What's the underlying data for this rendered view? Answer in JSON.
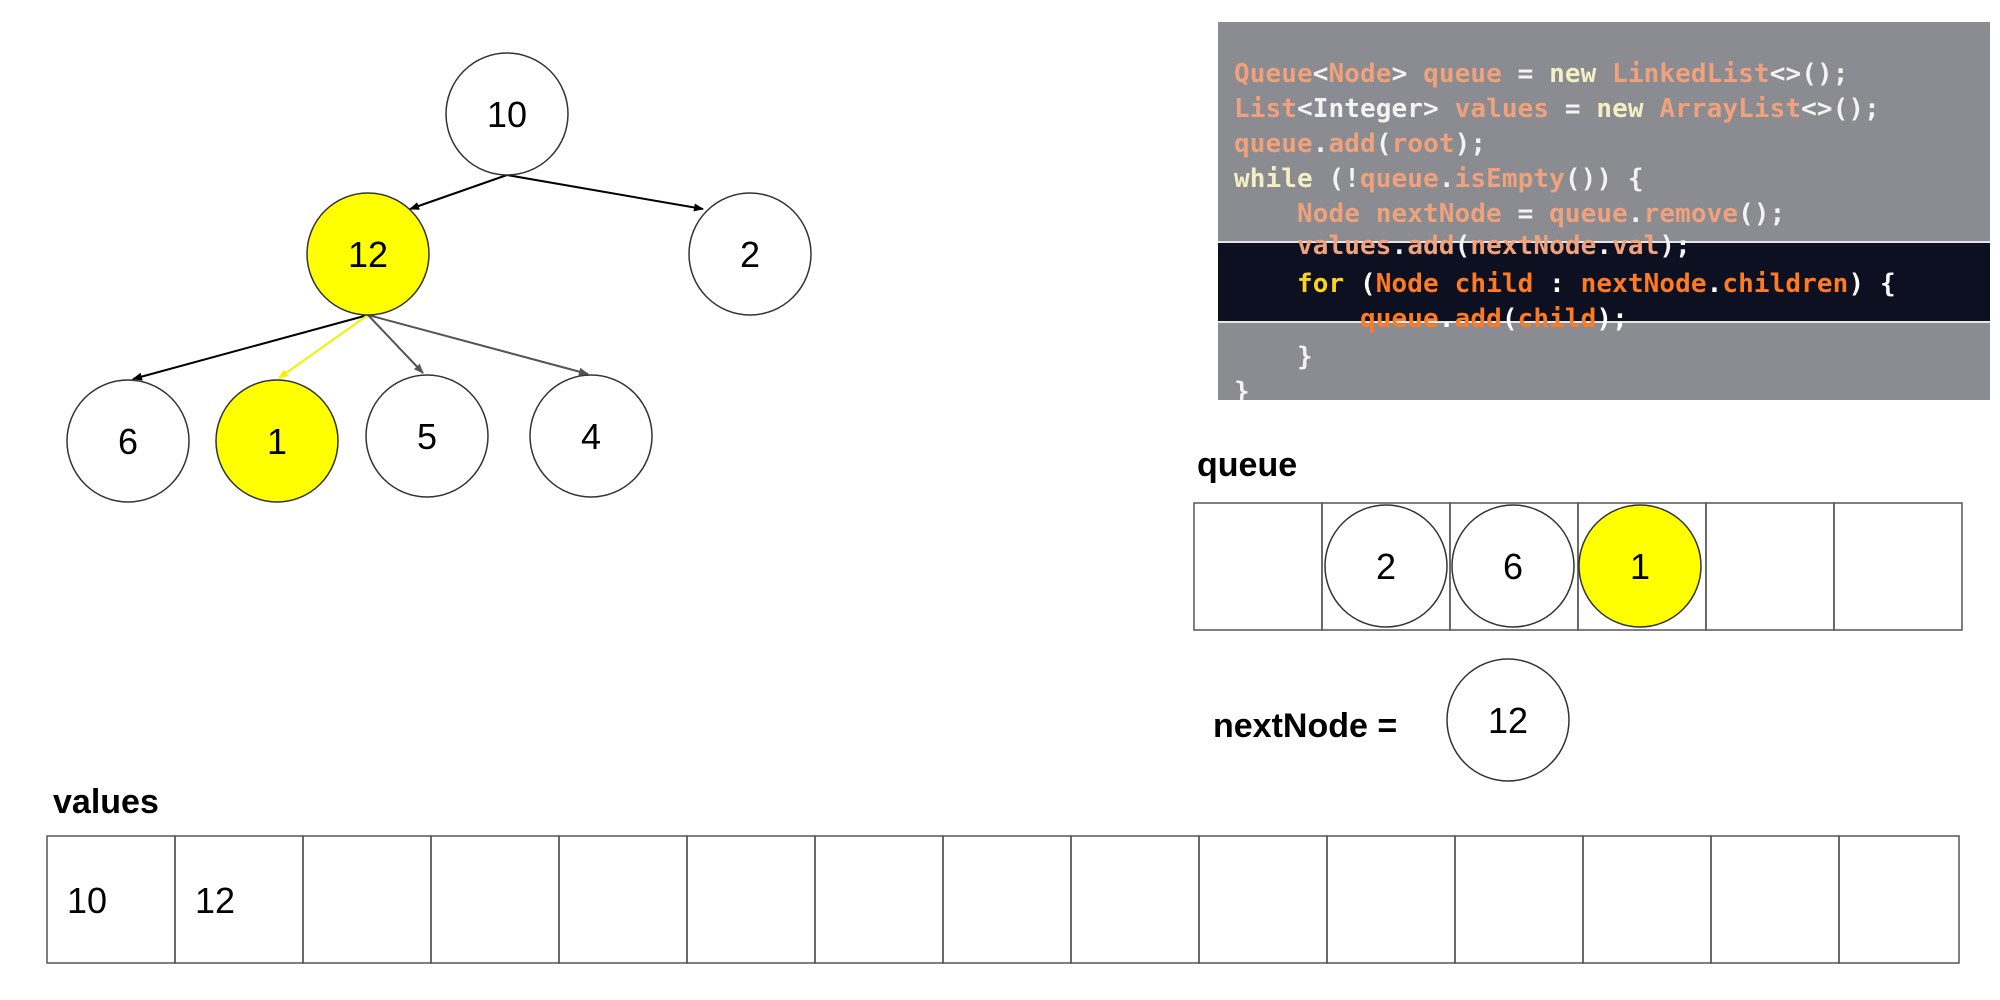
{
  "tree": {
    "nodes": [
      {
        "id": "n10",
        "label": "10",
        "highlight": false
      },
      {
        "id": "n12",
        "label": "12",
        "highlight": true
      },
      {
        "id": "n2",
        "label": "2",
        "highlight": false
      },
      {
        "id": "n6",
        "label": "6",
        "highlight": false
      },
      {
        "id": "n1",
        "label": "1",
        "highlight": true
      },
      {
        "id": "n5",
        "label": "5",
        "highlight": false
      },
      {
        "id": "n4",
        "label": "4",
        "highlight": false
      }
    ]
  },
  "code": {
    "lines": [
      [
        [
          "Queue",
          "id"
        ],
        [
          "<",
          "pu"
        ],
        [
          "Node",
          "id"
        ],
        [
          ">",
          "pu"
        ],
        [
          " queue ",
          "id"
        ],
        [
          "= ",
          "pu"
        ],
        [
          "new ",
          "kw"
        ],
        [
          "LinkedList",
          "id"
        ],
        [
          "<>();",
          "pu"
        ]
      ],
      [
        [
          "List",
          "id"
        ],
        [
          "<",
          "pu"
        ],
        [
          "Integer",
          "ty"
        ],
        [
          ">",
          "pu"
        ],
        [
          " values ",
          "id"
        ],
        [
          "= ",
          "pu"
        ],
        [
          "new ",
          "kw"
        ],
        [
          "ArrayList",
          "id"
        ],
        [
          "<>();",
          "pu"
        ]
      ],
      [
        [
          "queue",
          "id"
        ],
        [
          ".",
          "pu"
        ],
        [
          "add",
          "id"
        ],
        [
          "(",
          "pu"
        ],
        [
          "root",
          "id"
        ],
        [
          ");",
          "pu"
        ]
      ],
      [
        [
          "while ",
          "kw"
        ],
        [
          "(!",
          "pu"
        ],
        [
          "queue",
          "id"
        ],
        [
          ".",
          "pu"
        ],
        [
          "isEmpty",
          "id"
        ],
        [
          "()) {",
          "pu"
        ]
      ],
      [
        [
          "    Node nextNode ",
          "id"
        ],
        [
          "= ",
          "pu"
        ],
        [
          "queue",
          "id"
        ],
        [
          ".",
          "pu"
        ],
        [
          "remove",
          "id"
        ],
        [
          "();",
          "pu"
        ]
      ],
      [
        [
          "    values",
          "id"
        ],
        [
          ".",
          "pu"
        ],
        [
          "add",
          "id"
        ],
        [
          "(",
          "pu"
        ],
        [
          "nextNode",
          "id"
        ],
        [
          ".",
          "pu"
        ],
        [
          "val",
          "id"
        ],
        [
          ");",
          "pu"
        ]
      ],
      [
        [
          "    for ",
          "kwh"
        ],
        [
          "(",
          "puh"
        ],
        [
          "Node child ",
          "idh"
        ],
        [
          ": ",
          "puh"
        ],
        [
          "nextNode",
          "idh"
        ],
        [
          ".",
          "puh"
        ],
        [
          "children",
          "idh"
        ],
        [
          ") {",
          "puh"
        ]
      ],
      [
        [
          "        queue",
          "idh"
        ],
        [
          ".",
          "puh"
        ],
        [
          "add",
          "idh"
        ],
        [
          "(",
          "puh"
        ],
        [
          "child",
          "idh"
        ],
        [
          ");",
          "puh"
        ]
      ],
      [
        [
          "    }",
          "pu"
        ]
      ],
      [
        [
          "}",
          "pu"
        ]
      ]
    ]
  },
  "queue": {
    "title": "queue",
    "cells": [
      {
        "label": "",
        "highlight": false
      },
      {
        "label": "2",
        "highlight": false
      },
      {
        "label": "6",
        "highlight": false
      },
      {
        "label": "1",
        "highlight": true
      },
      {
        "label": "",
        "highlight": false
      },
      {
        "label": "",
        "highlight": false
      }
    ]
  },
  "next_node": {
    "label": "nextNode =",
    "value": "12"
  },
  "values": {
    "title": "values",
    "cells": [
      "10",
      "12",
      "",
      "",
      "",
      "",
      "",
      "",
      "",
      "",
      "",
      "",
      "",
      "",
      ""
    ]
  },
  "colors": {
    "highlight": "#ffff00",
    "highlight_edge": "#f2f200",
    "code_bg": "#8b8b92",
    "code_highlight_bg": "#0d1020"
  }
}
